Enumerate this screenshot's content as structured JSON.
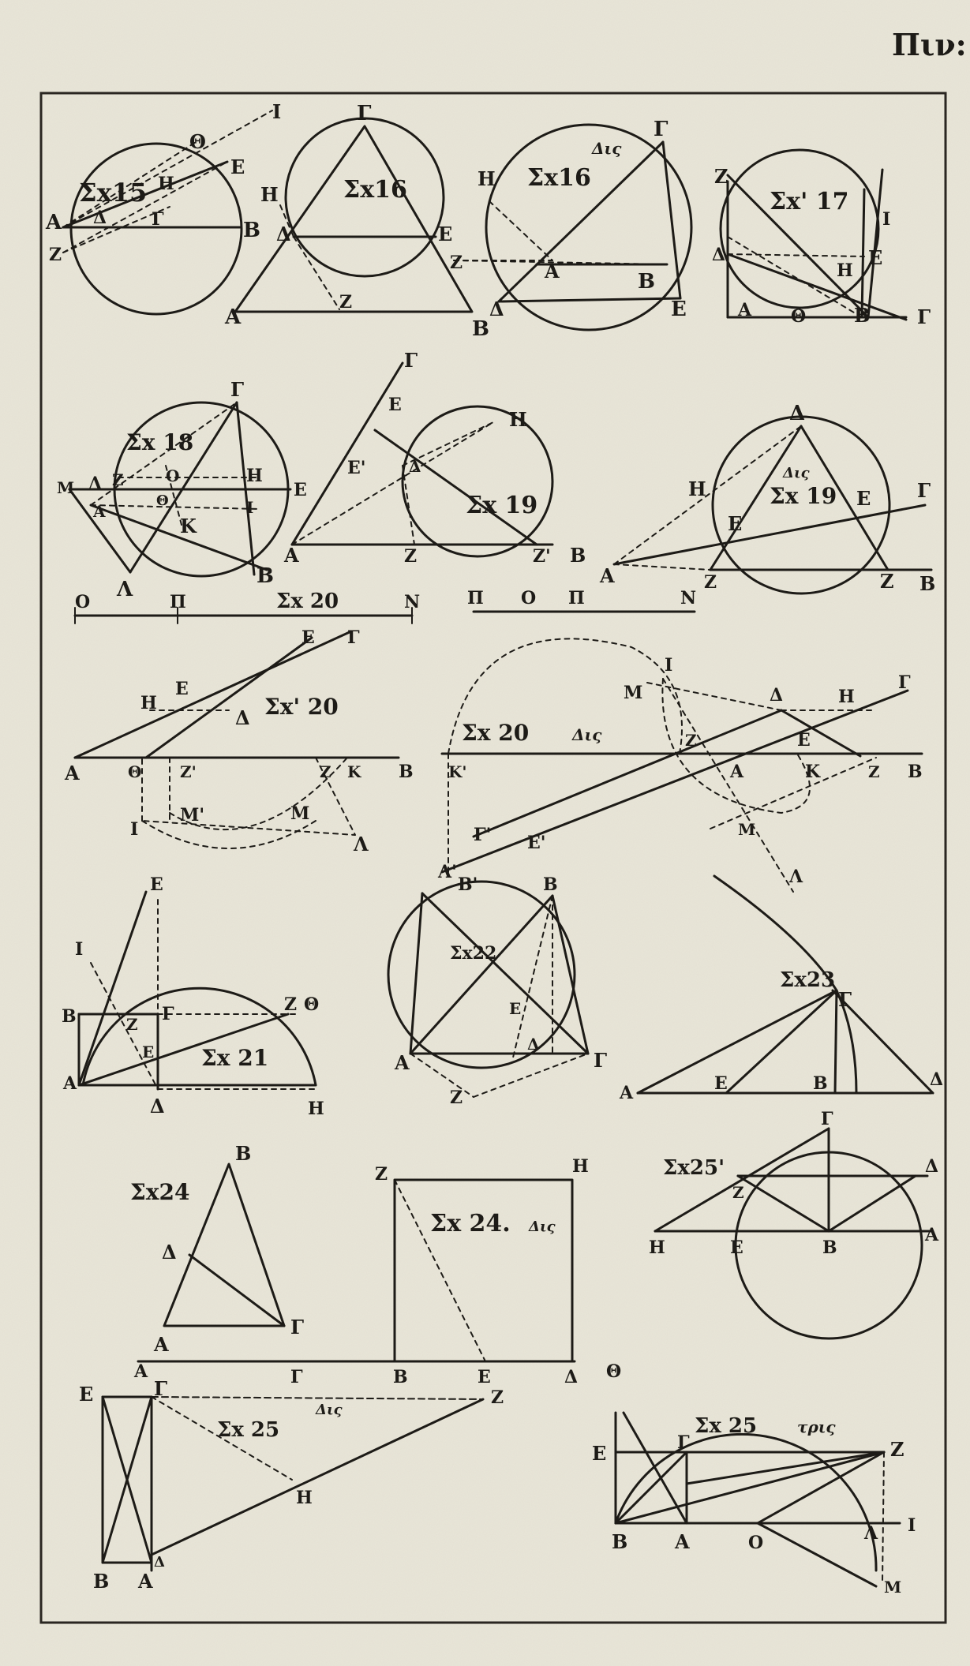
{
  "plate": {
    "header": "Πιν: Γ",
    "colors": {
      "paper": "#e9e6d9",
      "ink": "#1d1b17"
    }
  },
  "figures": {
    "f15": {
      "title": "Σx15",
      "labels": [
        "Θ",
        "I",
        "E",
        "H",
        "Γ",
        "A",
        "Δ",
        "Z",
        "B"
      ]
    },
    "f16a": {
      "title": "Σx16",
      "labels": [
        "Γ",
        "H",
        "Δ",
        "E",
        "A",
        "Z",
        "B"
      ]
    },
    "f16b": {
      "title": "Σx16",
      "note": "Δις",
      "labels": [
        "Γ",
        "H",
        "Z",
        "A",
        "B",
        "Δ",
        "E"
      ]
    },
    "f17": {
      "title": "Σx' 17",
      "labels": [
        "Z",
        "I",
        "Δ",
        "E",
        "H",
        "A",
        "Θ",
        "B",
        "Γ"
      ]
    },
    "f18": {
      "title": "Σx 18",
      "labels": [
        "Γ",
        "M",
        "Δ",
        "Z",
        "O",
        "H",
        "E",
        "A",
        "Θ",
        "I",
        "K",
        "Λ",
        "B"
      ]
    },
    "f19a": {
      "title": "Σx 19",
      "labels": [
        "Γ",
        "E",
        "H",
        "E'",
        "Δ",
        "A",
        "Z",
        "Z'",
        "B"
      ]
    },
    "f19b": {
      "title": "Σx 19",
      "note": "Δις",
      "labels": [
        "Δ",
        "H",
        "E",
        "E",
        "Γ",
        "A",
        "Z",
        "Z",
        "B"
      ]
    },
    "f20a": {
      "title": "Σx 20",
      "labels": [
        "O",
        "Π",
        "N",
        "Π",
        "O",
        "Π",
        "N"
      ]
    },
    "f20b": {
      "title": "Σx' 20",
      "labels": [
        "E",
        "Γ",
        "H",
        "E",
        "Δ",
        "A",
        "Θ",
        "Z'",
        "Z",
        "K",
        "B",
        "I",
        "M'",
        "M",
        "Λ"
      ]
    },
    "f20c": {
      "title": "Σx 20",
      "note": "Δις",
      "labels": [
        "I",
        "M",
        "Δ",
        "H",
        "Γ",
        "K'",
        "Z",
        "E",
        "A",
        "K",
        "Z",
        "B",
        "Γ'",
        "E'",
        "M",
        "Λ'",
        "Λ"
      ]
    },
    "f21": {
      "title": "Σx 21",
      "labels": [
        "E",
        "I",
        "B",
        "Z",
        "Γ",
        "Z",
        "Θ",
        "E",
        "A",
        "Δ",
        "H"
      ]
    },
    "f22": {
      "title": "Σx22",
      "labels": [
        "B'",
        "B",
        "E",
        "Δ",
        "A",
        "Γ",
        "Z"
      ]
    },
    "f23": {
      "title": "Σx23",
      "labels": [
        "Γ",
        "A",
        "E",
        "B",
        "Δ"
      ]
    },
    "f24a": {
      "title": "Σx24",
      "labels": [
        "B",
        "Δ",
        "A",
        "Γ"
      ]
    },
    "f24b": {
      "title": "Σx 24.",
      "note": "Δις",
      "labels": [
        "Z",
        "H",
        "A",
        "Γ",
        "B",
        "E",
        "Δ"
      ]
    },
    "f25a": {
      "title": "Σx25'",
      "labels": [
        "Γ",
        "Z",
        "Δ",
        "H",
        "E",
        "B",
        "A"
      ]
    },
    "f25b": {
      "title": "Σx 25",
      "note": "Δις",
      "labels": [
        "E",
        "Γ",
        "Z",
        "H",
        "B",
        "A",
        "Δ"
      ]
    },
    "f25c": {
      "title": "Σx 25",
      "note": "τρις",
      "labels": [
        "Θ",
        "E",
        "Γ",
        "Z",
        "B",
        "A",
        "O",
        "Λ",
        "I",
        "M"
      ]
    }
  }
}
